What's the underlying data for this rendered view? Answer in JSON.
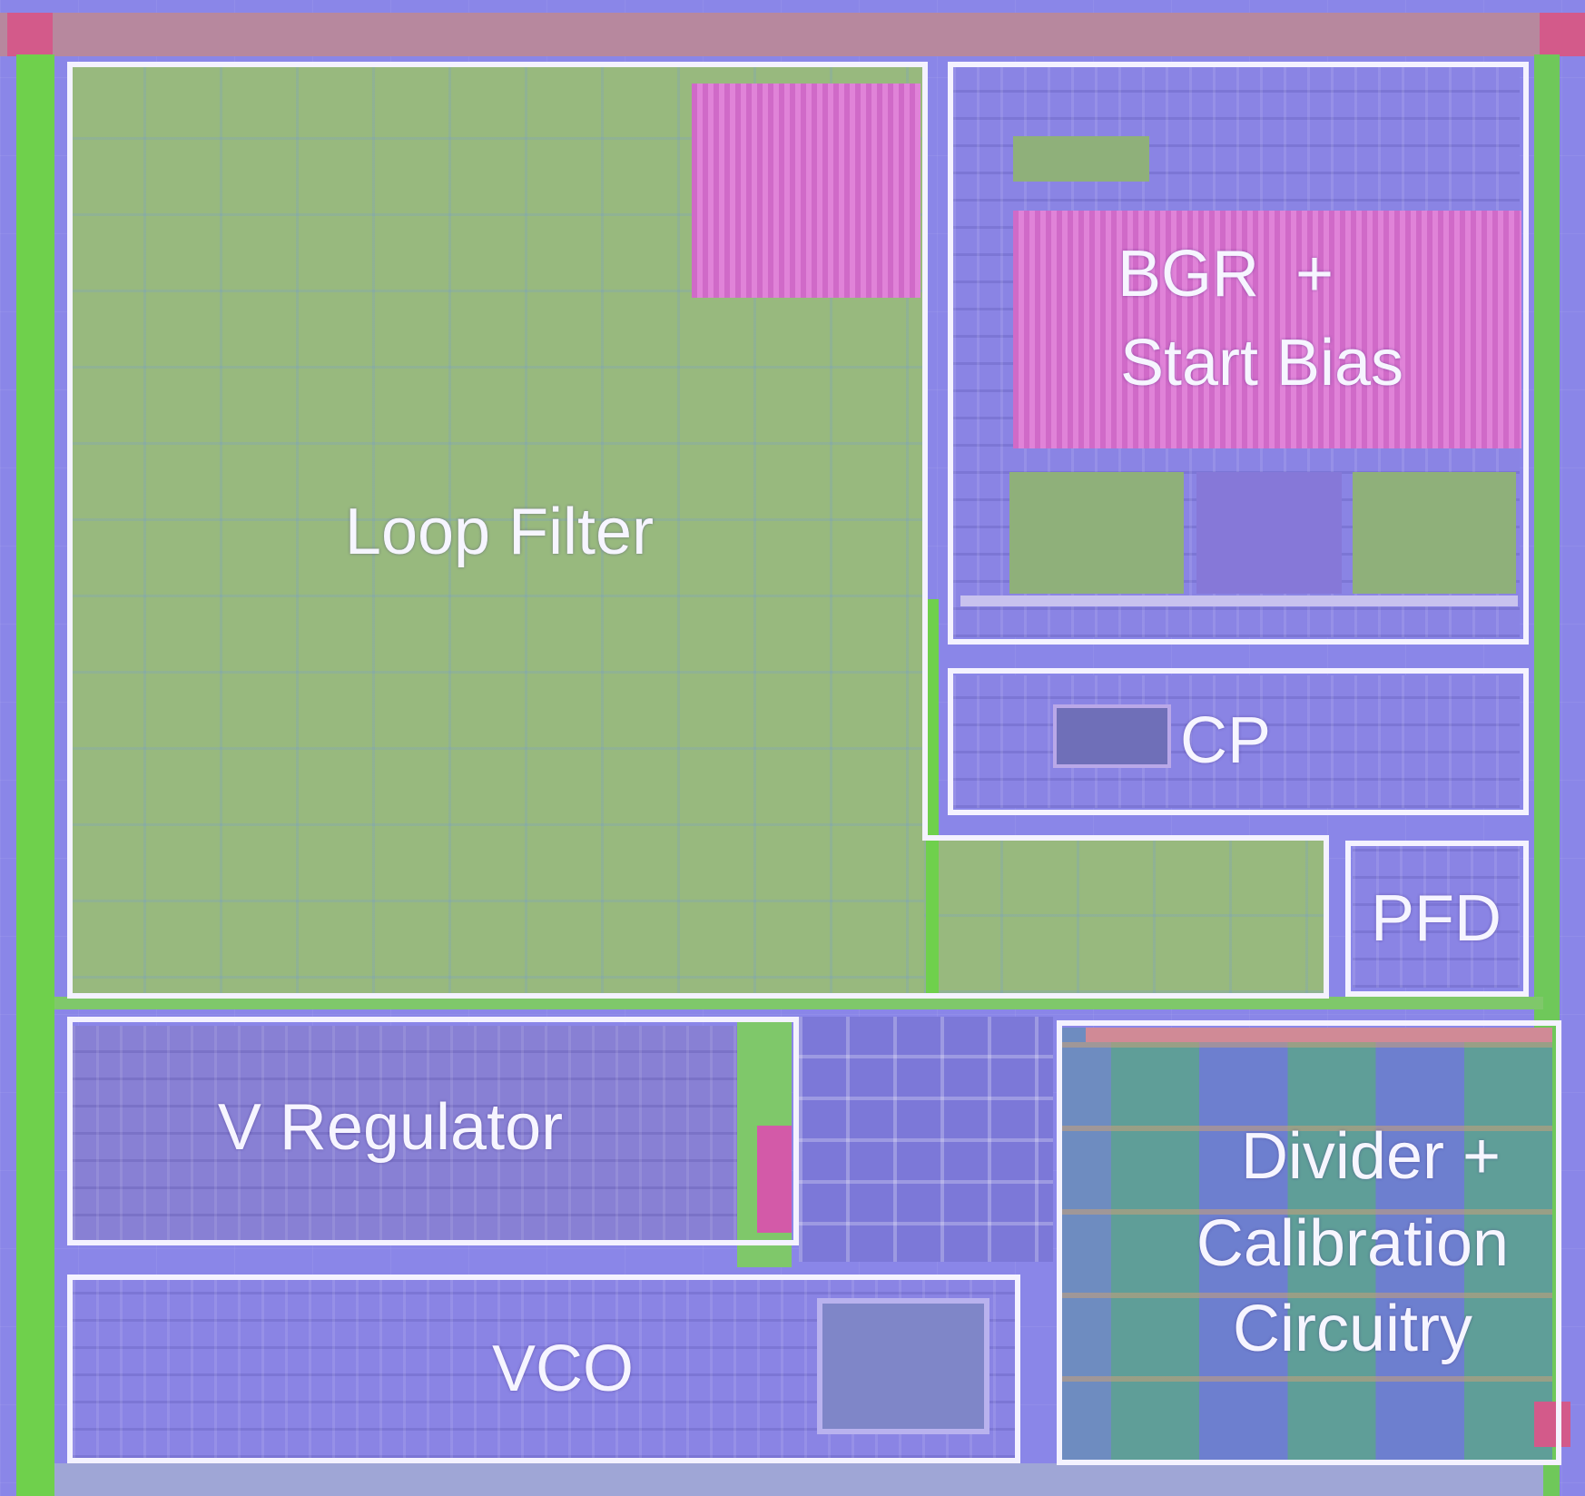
{
  "image": {
    "description_kind": "chip-die-micrograph",
    "colors": {
      "outline": "#f4f2ff",
      "label": "#f6f5ff",
      "loop_filter": "#98b97e",
      "bgr_pink": "#d06ac8",
      "circuit_blue": "#8a84e4",
      "rail_green": "#6fd04c"
    }
  },
  "blocks": {
    "loop_filter": {
      "label": "Loop Filter"
    },
    "bgr": {
      "line1": "BGR  +",
      "line2": "Start Bias"
    },
    "cp": {
      "label": "CP"
    },
    "pfd": {
      "label": "PFD"
    },
    "v_regulator": {
      "label": "V Regulator"
    },
    "vco": {
      "label": "VCO"
    },
    "divider": {
      "line1": "Divider +",
      "line2": "Calibration",
      "line3": "Circuitry"
    }
  }
}
